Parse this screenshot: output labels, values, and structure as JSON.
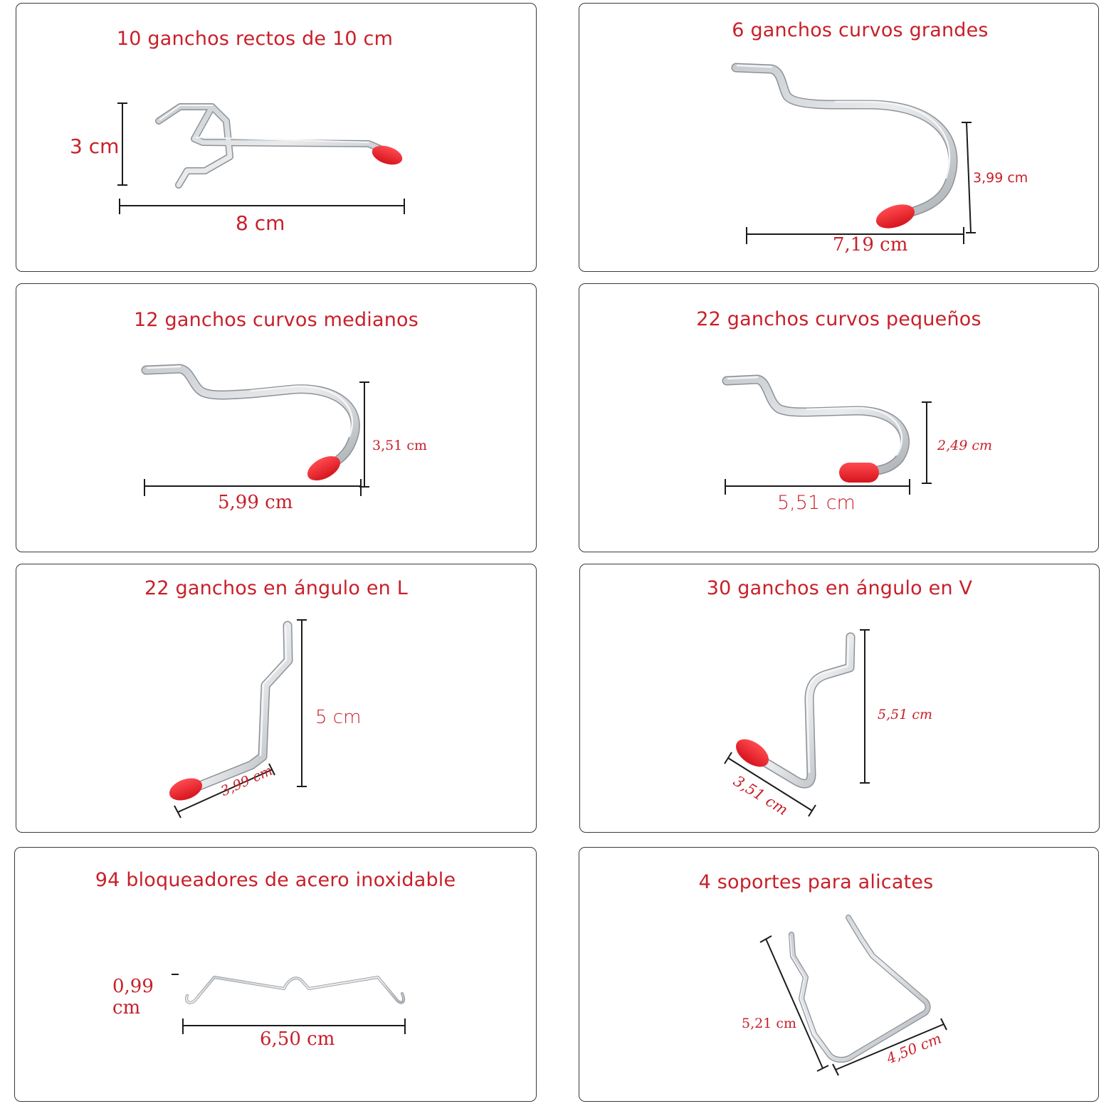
{
  "colors": {
    "accent": "#c8202a",
    "cap": "#e8222c",
    "border": "#3a3a3a"
  },
  "cards": {
    "straight": {
      "title": "10 ganchos rectos de 10 cm",
      "height_label": "3 cm",
      "width_label": "8 cm"
    },
    "curved_large": {
      "title": "6 ganchos curvos grandes",
      "height_label": "3,99 cm",
      "width_label": "7,19 cm"
    },
    "curved_medium": {
      "title": "12 ganchos curvos medianos",
      "height_label": "3,51 cm",
      "width_label": "5,99 cm"
    },
    "curved_small": {
      "title": "22 ganchos curvos pequeños",
      "height_label": "2,49 cm",
      "width_label": "5,51 cm"
    },
    "angle_l": {
      "title": "22 ganchos en ángulo en L",
      "height_label": "5 cm",
      "width_label": "3,99 cm"
    },
    "angle_v": {
      "title": "30 ganchos en ángulo en V",
      "height_label": "5,51 cm",
      "width_label": "3,51 cm"
    },
    "lockers": {
      "title": "94 bloqueadores de acero inoxidable",
      "height_label_1": "0,99",
      "height_label_2": "cm",
      "width_label": "6,50 cm"
    },
    "plier_holders": {
      "title": "4 soportes para alicates",
      "height_label": "5,21 cm",
      "width_label": "4,50 cm"
    }
  }
}
